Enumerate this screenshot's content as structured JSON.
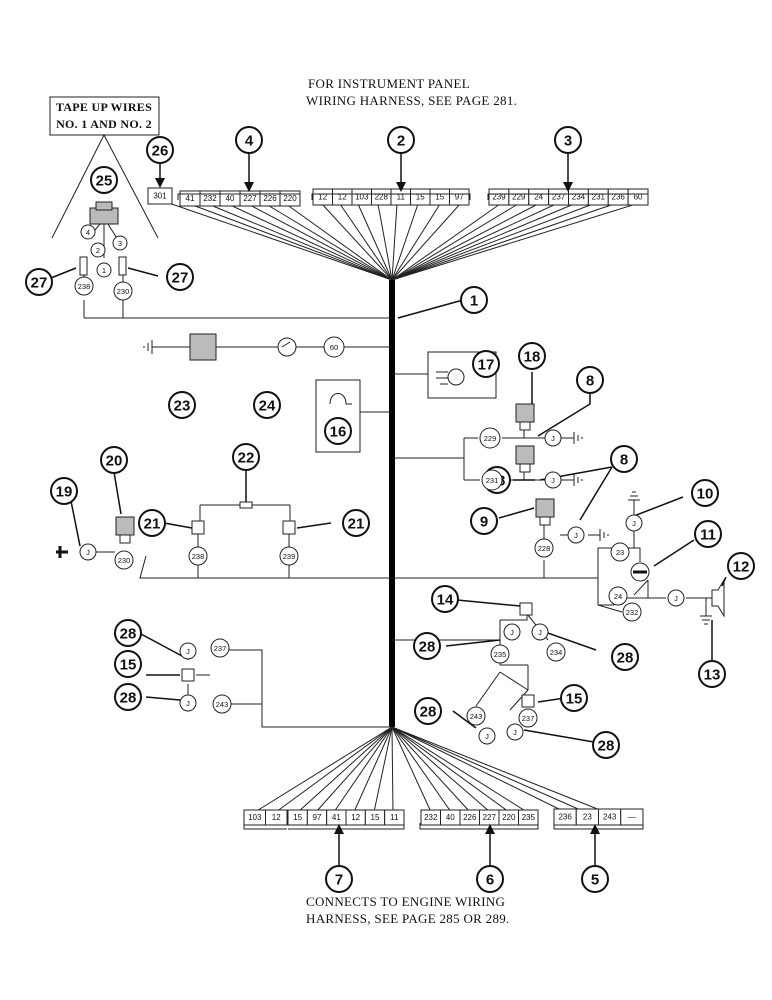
{
  "notes": {
    "top_line1": "FOR INSTRUMENT PANEL",
    "top_line2": "WIRING HARNESS, SEE PAGE 281.",
    "tape_line1": "TAPE UP WIRES",
    "tape_line2": "NO. 1 AND NO. 2",
    "bottom_line1": "CONNECTS TO ENGINE WIRING",
    "bottom_line2": "HARNESS, SEE PAGE 285 OR 289."
  },
  "callouts": {
    "c1": "1",
    "c2": "2",
    "c3": "3",
    "c4": "4",
    "c5": "5",
    "c6": "6",
    "c7": "7",
    "c8a": "8",
    "c8b": "8",
    "c9": "9",
    "c10": "10",
    "c11": "11",
    "c12": "12",
    "c13": "13",
    "c14": "14",
    "c15a": "15",
    "c15b": "15",
    "c16": "16",
    "c17": "17",
    "c18a": "18",
    "c18b": "18",
    "c19": "19",
    "c20": "20",
    "c21a": "21",
    "c21b": "21",
    "c22": "22",
    "c23": "23",
    "c24": "24",
    "c25": "25",
    "c26": "26",
    "c27a": "27",
    "c27b": "27",
    "c28a": "28",
    "c28b": "28",
    "c28c": "28",
    "c28d": "28",
    "c28e": "28",
    "c28f": "28"
  },
  "terminal_strips": {
    "s26": [
      "301"
    ],
    "s4": [
      "41",
      "232",
      "40",
      "227",
      "226",
      "220"
    ],
    "s2": [
      "12",
      "12",
      "103",
      "228",
      "11",
      "15",
      "15",
      "97"
    ],
    "s3": [
      "239",
      "229",
      "24",
      "237",
      "234",
      "231",
      "236",
      "60"
    ],
    "s7a": [
      "103",
      "12"
    ],
    "s7b": [
      "15",
      "97",
      "41",
      "12",
      "15",
      "11"
    ],
    "s6": [
      "232",
      "40",
      "226",
      "227",
      "220",
      "235"
    ],
    "s5": [
      "236",
      "23",
      "243",
      "—"
    ]
  },
  "wire_tags": {
    "w238a": "238",
    "w230a": "230",
    "w60": "60",
    "w229": "229",
    "w231": "231",
    "w230b": "230",
    "w238b": "238",
    "w239": "239",
    "w228": "228",
    "w23": "23",
    "w24": "24",
    "w232": "232",
    "w235": "235",
    "w234": "234",
    "w237a": "237",
    "w243a": "243",
    "w243b": "243",
    "w237b": "237",
    "tape1": "1",
    "tape2": "2",
    "tape3": "3",
    "tape4": "4"
  },
  "jack_label": "J"
}
